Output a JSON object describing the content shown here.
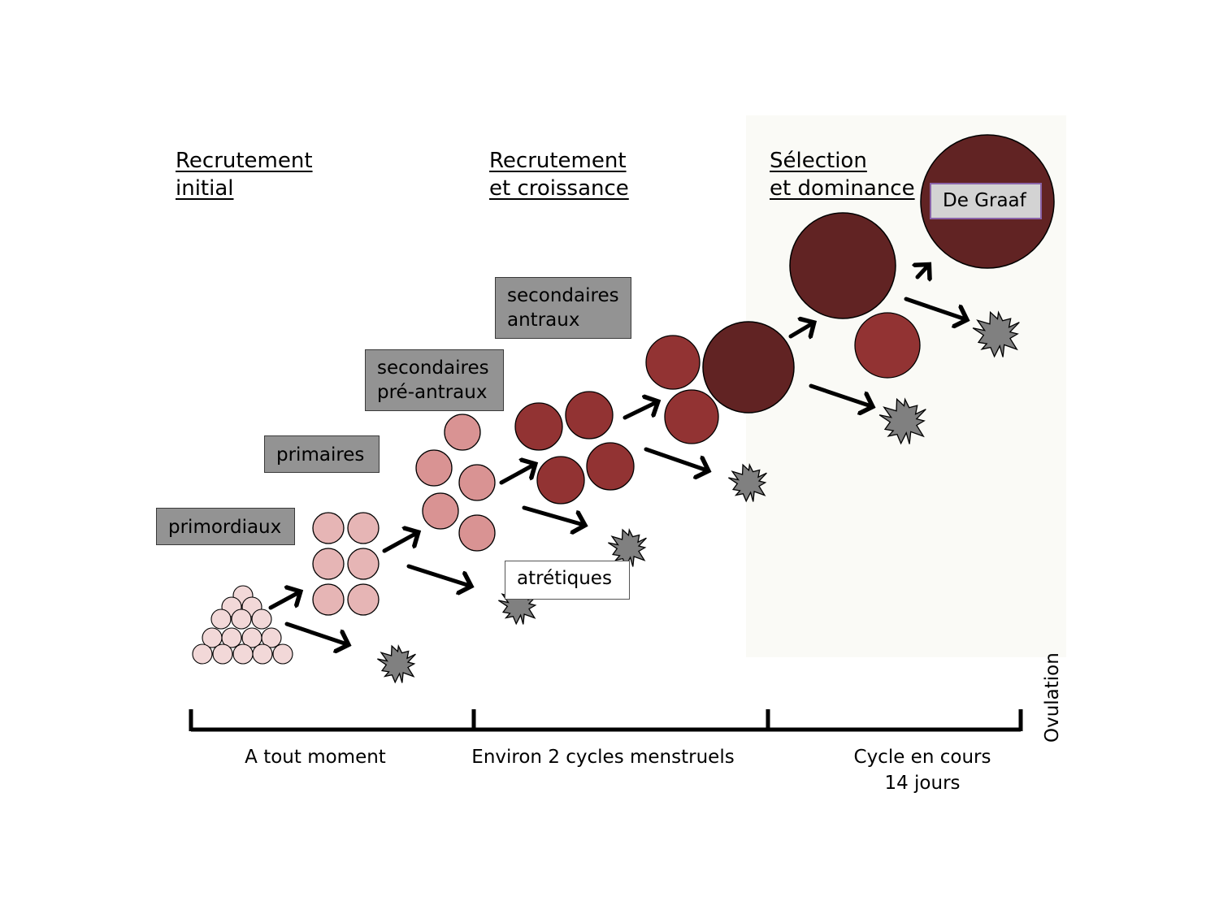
{
  "phases": [
    {
      "line1": "Recrutement",
      "line2": "initial"
    },
    {
      "line1": "Recrutement",
      "line2": "et croissance"
    },
    {
      "line1": "Sélection",
      "line2": "et dominance"
    }
  ],
  "stages": {
    "primordiaux": "primordiaux",
    "primaires": "primaires",
    "pre_antraux": {
      "line1": "secondaires",
      "line2": "pré-antraux"
    },
    "antraux": {
      "line1": "secondaires",
      "line2": "antraux"
    },
    "atretiques": "atrétiques",
    "de_graaf": "De Graaf"
  },
  "timeline": {
    "segments": [
      {
        "line1": "A tout moment"
      },
      {
        "line1": "Environ 2 cycles menstruels"
      },
      {
        "line1": "Cycle en cours",
        "line2": "14 jours"
      }
    ],
    "ovulation": "Ovulation"
  },
  "colors": {
    "primordial": "#f2d8d8",
    "primary": "#e6b5b5",
    "secondary_early": "#d99393",
    "secondary": "#923333",
    "dominant": "#612323",
    "atretic": "#808080",
    "selection_background": "#fafaf6",
    "label_box": "#939393"
  }
}
